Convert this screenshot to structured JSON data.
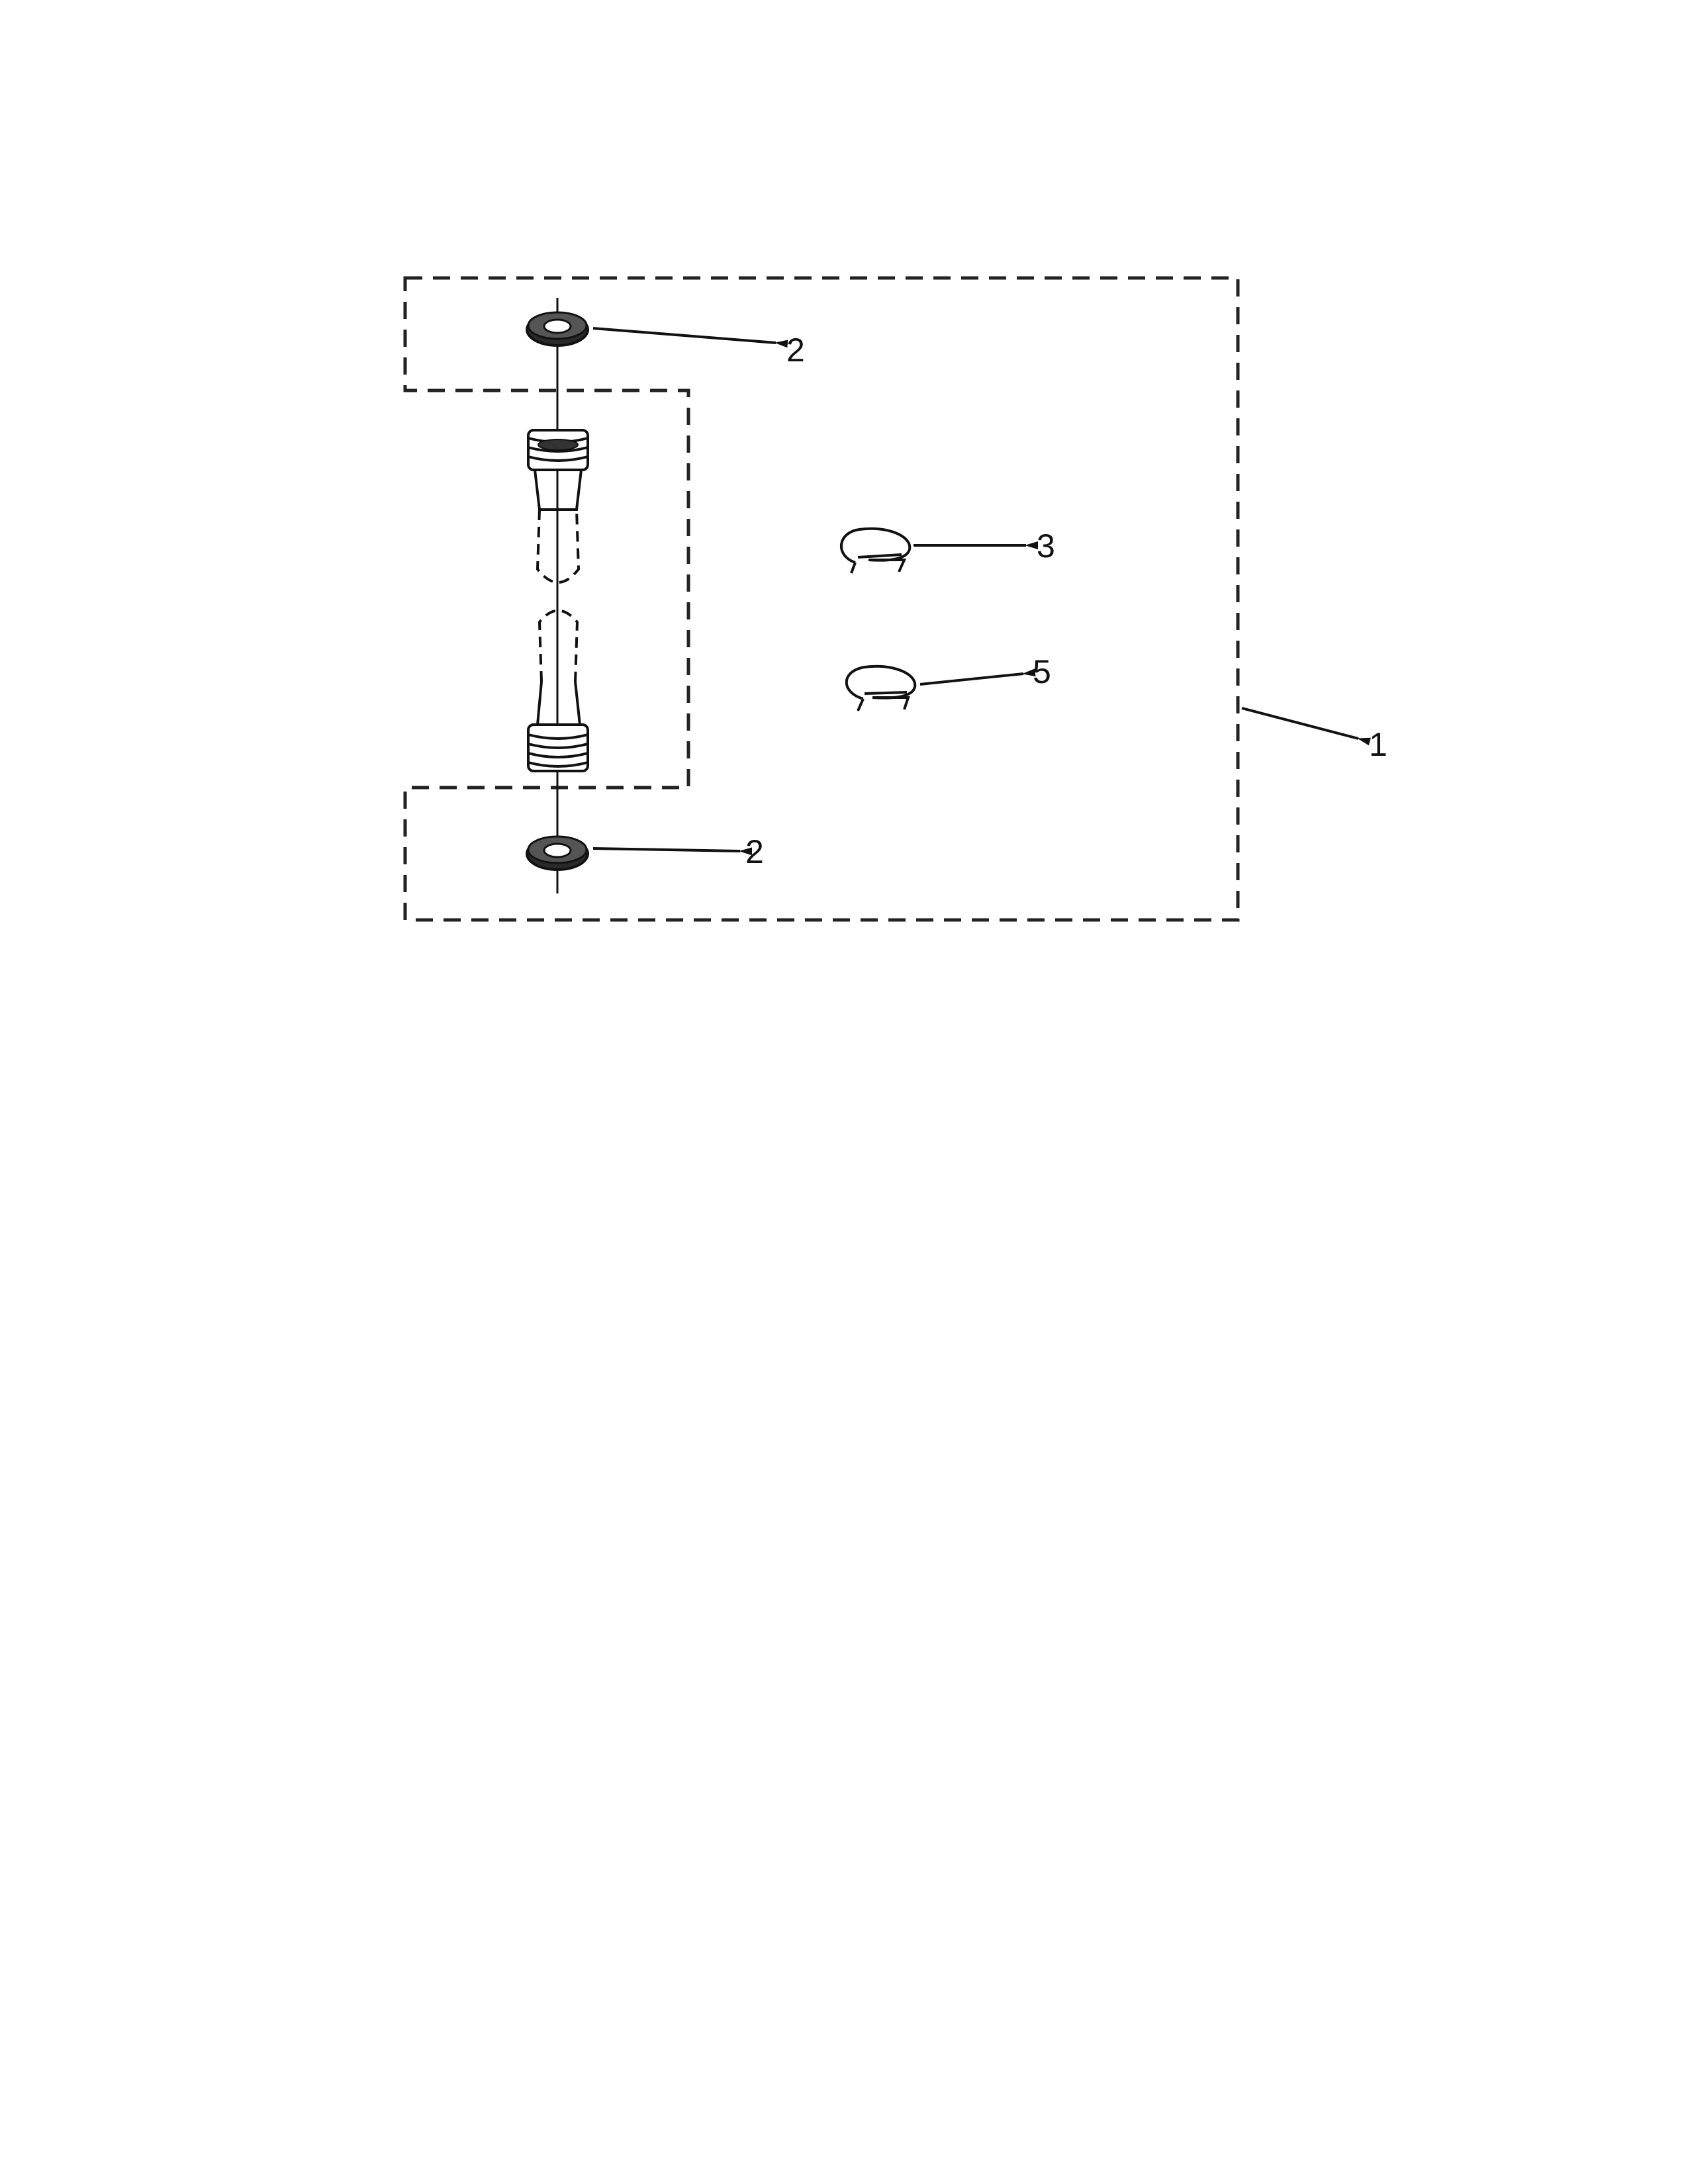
{
  "diagram": {
    "callouts": [
      {
        "id": "1",
        "label": "1",
        "part": "kit-boundary"
      },
      {
        "id": "2a",
        "label": "2",
        "part": "washer-top"
      },
      {
        "id": "2b",
        "label": "2",
        "part": "washer-bottom"
      },
      {
        "id": "3",
        "label": "3",
        "part": "hose-clamp-upper"
      },
      {
        "id": "5",
        "label": "5",
        "part": "hose-clamp-lower"
      }
    ],
    "colors": {
      "ink": "#111111",
      "paper": "#ffffff"
    },
    "icons": [
      "washer-icon",
      "hose-icon",
      "clamp-icon",
      "arrow-icon"
    ]
  }
}
